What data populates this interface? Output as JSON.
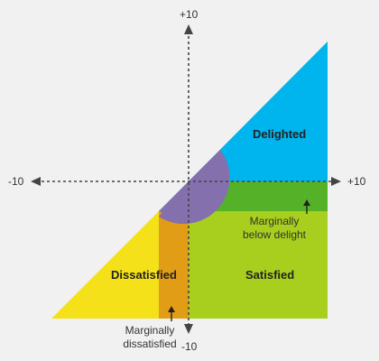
{
  "axes": {
    "y_top": "+10",
    "y_bottom": "-10",
    "x_left": "-10",
    "x_right": "+10"
  },
  "regions": {
    "delighted": "Delighted",
    "satisfied": "Satisfied",
    "dissatisfied": "Dissatisfied",
    "marginally_below_delight": "Marginally\nbelow delight",
    "marginally_dissatisfied": "Marginally\ndissatisfied"
  },
  "colors": {
    "delighted": "#00b4ee",
    "satisfied": "#a8cf1e",
    "dissatisfied": "#f5e11a",
    "marginally_below_delight": "#55b228",
    "marginally_dissatisfied": "#e29d17",
    "overlap": "#8470ad",
    "axis": "#444444",
    "background": "#f1f1f1"
  }
}
